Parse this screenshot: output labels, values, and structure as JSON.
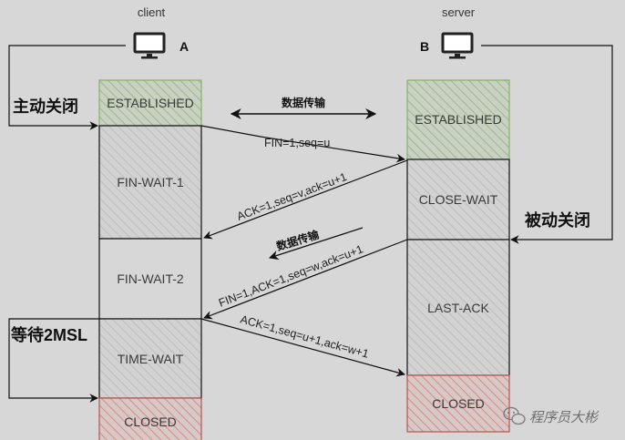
{
  "hosts": {
    "client": "client",
    "server": "server",
    "client_letter": "A",
    "server_letter": "B"
  },
  "client_states": [
    "ESTABLISHED",
    "FIN-WAIT-1",
    "FIN-WAIT-2",
    "TIME-WAIT",
    "CLOSED"
  ],
  "server_states": [
    "ESTABLISHED",
    "CLOSE-WAIT",
    "LAST-ACK",
    "CLOSED"
  ],
  "messages": {
    "data_transfer_top": "数据传输",
    "fin1": "FIN=1,seq=u",
    "ack1": "ACK=1,seq=v,ack=u+1",
    "data_transfer_mid": "数据传输",
    "fin2": "FIN=1,ACK=1,seq=w,ack=u+1",
    "ack2": "ACK=1,seq=u+1,ack=w+1"
  },
  "side_labels": {
    "active_close": "主动关闭",
    "passive_close": "被动关闭",
    "wait_2msl": "等待2MSL"
  },
  "watermark": "程序员大彬",
  "colors": {
    "background": "#d7d7d7",
    "established_border": "#82b366",
    "closed_border": "#b85450",
    "box_border": "#111111"
  }
}
